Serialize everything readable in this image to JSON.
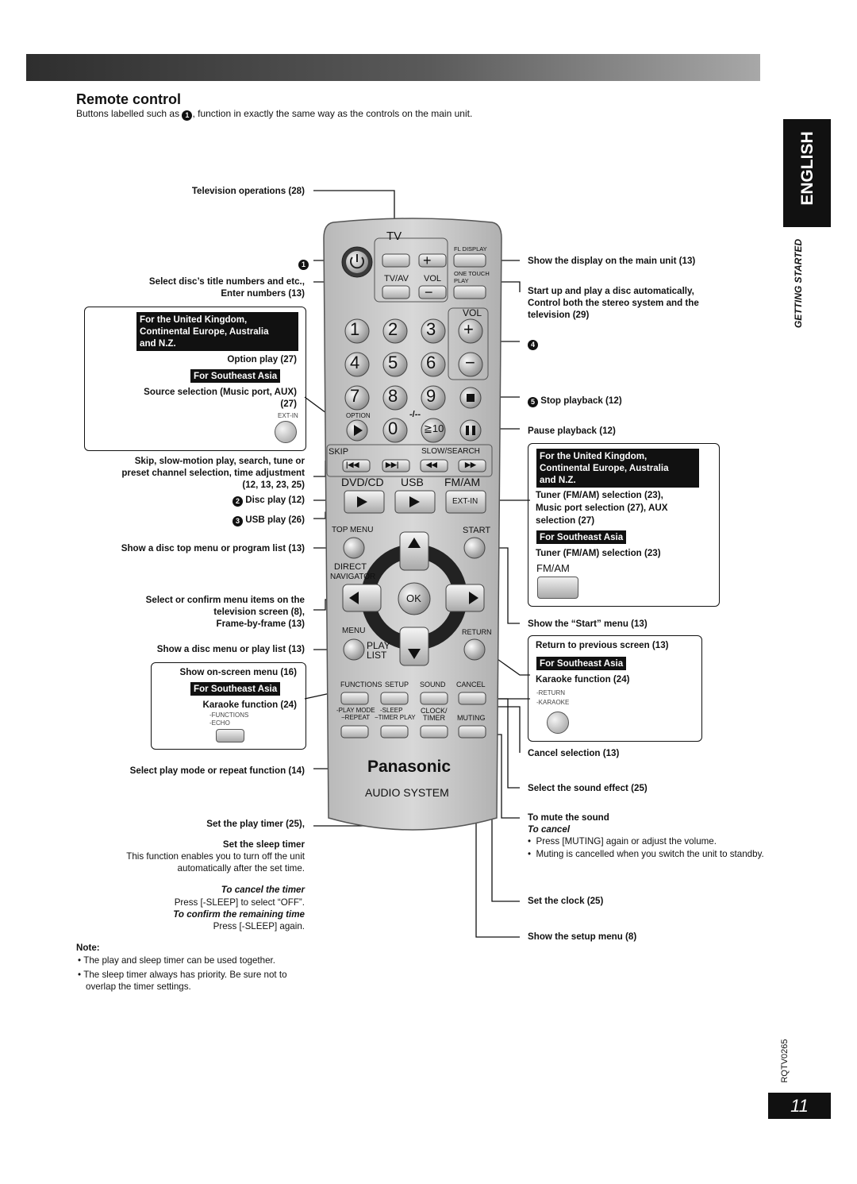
{
  "header": {
    "title": "Remote control",
    "intro_before": "Buttons labelled such as",
    "intro_marker": "1",
    "intro_after": ", function in exactly the same way as the controls on the main unit."
  },
  "side_tab": {
    "language": "ENGLISH",
    "section": "GETTING STARTED",
    "code": "RQTV0265",
    "page": "11"
  },
  "left_labels": {
    "tv_ops": "Television operations (28)",
    "one": "1",
    "select_title_1": "Select disc’s title numbers and etc.,",
    "select_title_2": "Enter numbers (13)",
    "region_uk_1": "For the United Kingdom,",
    "region_uk_2": "Continental Europe, Australia",
    "region_uk_3": "and N.Z.",
    "option_play": "Option play (27)",
    "region_sea": "For Southeast Asia",
    "source_sel_1": "Source selection (Music port, AUX)",
    "source_sel_2": "(27)",
    "extin_small": "EXT-IN",
    "skip_1": "Skip, slow-motion play, search, tune or",
    "skip_2": "preset channel selection, time adjustment",
    "skip_3": "(12, 13, 23, 25)",
    "two": "2",
    "disc_play": "Disc play (12)",
    "three": "3",
    "usb_play": "USB play (26)",
    "top_menu": "Show a disc top menu or program list (13)",
    "select_confirm_1": "Select or confirm menu items on the",
    "select_confirm_2": "television screen (8),",
    "select_confirm_3": "Frame-by-frame (13)",
    "disc_menu": "Show a disc menu or play list (13)",
    "osd_menu": "Show on-screen menu (16)",
    "karaoke": "Karaoke function (24)",
    "functions_small": "FUNCTIONS",
    "echo_small": "ECHO",
    "play_mode": "Select play mode or repeat function (14)",
    "play_timer": "Set the play timer (25),",
    "sleep_timer": "Set the sleep timer",
    "sleep_desc_1": "This function enables you to turn off the unit",
    "sleep_desc_2": "automatically after the set time.",
    "cancel_timer": "To cancel the timer",
    "cancel_timer_desc": "Press [-SLEEP] to select “OFF”.",
    "confirm_remaining": "To confirm the remaining time",
    "confirm_remaining_desc": "Press [-SLEEP] again."
  },
  "note": {
    "heading": "Note:",
    "items": [
      "The play and sleep timer can be used together.",
      "The sleep timer always has priority. Be sure not to overlap the timer settings."
    ]
  },
  "right_labels": {
    "fl_display": "Show the display on the main unit (13)",
    "one_touch_1": "Start up and play a disc automatically,",
    "one_touch_2": "Control both the stereo system and the",
    "one_touch_3": "television (29)",
    "four": "4",
    "five": "5",
    "stop": "Stop playback (12)",
    "pause": "Pause playback (12)",
    "region_uk_1": "For the United Kingdom,",
    "region_uk_2": "Continental Europe, Australia",
    "region_uk_3": "and N.Z.",
    "tuner_1": "Tuner (FM/AM) selection (23),",
    "tuner_2": "Music port selection (27), AUX",
    "tuner_3": "selection (27)",
    "region_sea": "For Southeast Asia",
    "tuner_sea": "Tuner (FM/AM) selection (23)",
    "fmam_small": "FM/AM",
    "start_menu": "Show the “Start” menu (13)",
    "return": "Return to previous screen (13)",
    "region_sea2": "For Southeast Asia",
    "karaoke": "Karaoke function (24)",
    "return_small": "RETURN",
    "karaoke_small": "KARAOKE",
    "cancel_sel": "Cancel selection (13)",
    "sound_effect": "Select the sound effect (25)",
    "mute": "To mute the sound",
    "to_cancel": "To cancel",
    "mute_items": [
      "Press [MUTING] again or adjust the volume.",
      "Muting is cancelled when you switch the unit to standby."
    ],
    "set_clock": "Set the clock (25)",
    "setup_menu": "Show the setup menu (8)"
  },
  "remote": {
    "tv": "TV",
    "fl_display": "FL DISPLAY",
    "tvav": "TV/AV",
    "vol": "VOL",
    "one_touch_play": "ONE TOUCH PLAY",
    "vol2": "VOL",
    "digits": [
      "1",
      "2",
      "3",
      "4",
      "5",
      "6",
      "7",
      "8",
      "9",
      "0"
    ],
    "option": "OPTION",
    "dash": "-/--",
    "ge10": "≧10",
    "skip": "SKIP",
    "slow_search": "SLOW/SEARCH",
    "dvdcd": "DVD/CD",
    "usb": "USB",
    "fmam": "FM/AM",
    "extin": "EXT-IN",
    "top_menu": "TOP MENU",
    "start": "START",
    "direct": "DIRECT",
    "navigator": "NAVIGATOR",
    "ok": "OK",
    "menu": "MENU",
    "play": "PLAY",
    "list": "LIST",
    "return": "RETURN",
    "functions": "FUNCTIONS",
    "setup": "SETUP",
    "sound": "SOUND",
    "cancel": "CANCEL",
    "play_mode": "-PLAY MODE",
    "repeat": "REPEAT",
    "sleep": "-SLEEP",
    "timer_play": "TIMER PLAY",
    "clock": "CLOCK/",
    "timer": "TIMER",
    "muting": "MUTING",
    "brand": "Panasonic",
    "audio_system": "AUDIO SYSTEM"
  },
  "colors": {
    "tab": "#111111",
    "remote_body": "#c8c8c8"
  }
}
